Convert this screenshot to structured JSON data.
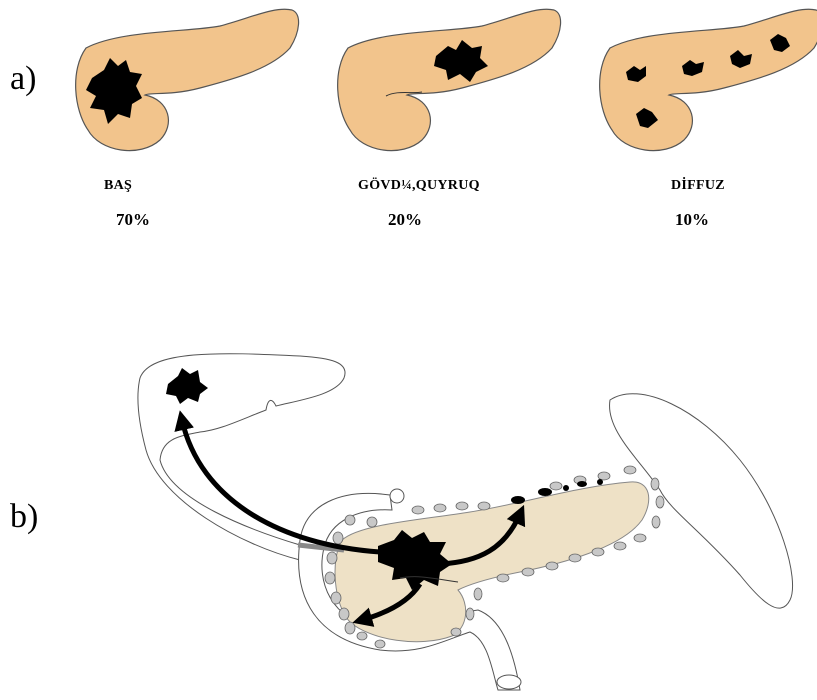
{
  "panels": {
    "a": {
      "letter": "a)",
      "items": [
        {
          "caption": "BAŞ",
          "percent": "70%"
        },
        {
          "caption": "GÖVD¼,QUYRUQ",
          "percent": "20%"
        },
        {
          "caption": "DİFFUZ",
          "percent": "10%"
        }
      ]
    },
    "b": {
      "letter": "b)"
    }
  },
  "colors": {
    "pancreas_fill": "#f2c48c",
    "tumor": "#000000",
    "pancreas_b_fill": "#eee1c6",
    "node_fill": "#c8c8c8",
    "outline": "#333333"
  }
}
